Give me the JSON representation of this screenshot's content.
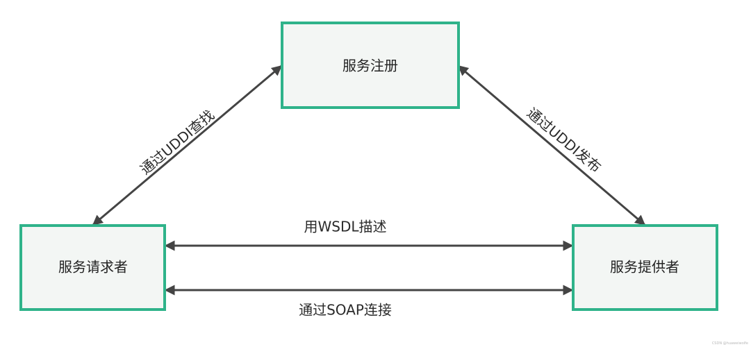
{
  "nodes": {
    "registry": {
      "label": "服务注册"
    },
    "requester": {
      "label": "服务请求者"
    },
    "provider": {
      "label": "服务提供者"
    }
  },
  "edges": {
    "find": {
      "label": "通过UDDI查找"
    },
    "publish": {
      "label": "通过UDDI发布"
    },
    "describe": {
      "label": "用WSDL描述"
    },
    "connect": {
      "label": "通过SOAP连接"
    }
  },
  "colors": {
    "node_border": "#2fb38a",
    "node_fill": "#f3f6f4",
    "edge": "#444444"
  },
  "watermark": "CSDN @huaweiwolfe"
}
